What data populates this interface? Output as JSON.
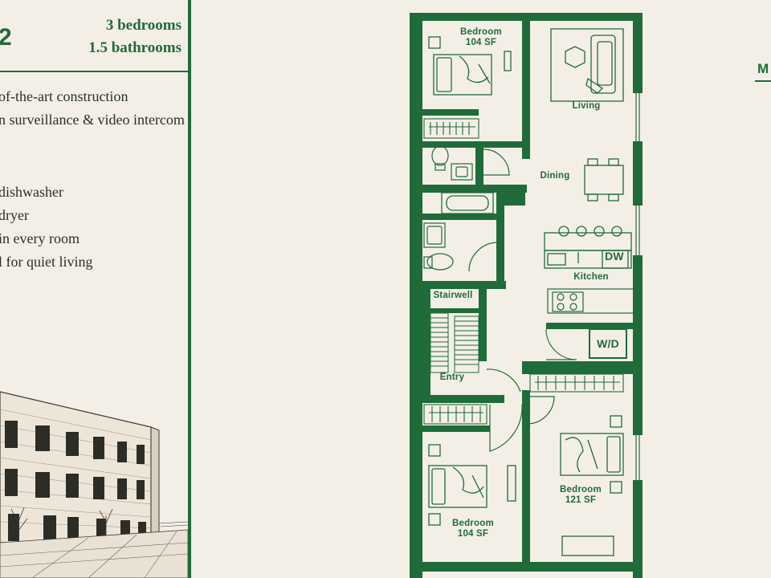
{
  "unit": {
    "number": "2",
    "bedrooms": "3 bedrooms",
    "bathrooms": "1.5 bathrooms"
  },
  "features": [
    "of-the-art construction",
    "n surveillance & video intercom",
    "dishwasher",
    "dryer",
    "in every room",
    "l for quiet living"
  ],
  "rooms": {
    "bedroom_top_name": "Bedroom",
    "bedroom_top_area": "104 SF",
    "living": "Living",
    "dining": "Dining",
    "kitchen": "Kitchen",
    "dw": "DW",
    "stairwell": "Stairwell",
    "wd": "W/D",
    "entry": "Entry",
    "bedroom_right_name": "Bedroom",
    "bedroom_right_area": "121 SF",
    "bedroom_bottom_name": "Bedroom",
    "bedroom_bottom_area": "104 SF"
  },
  "edge": {
    "letter": "M"
  },
  "colors": {
    "green": "#1f6b3a",
    "background": "#f4efe6",
    "text": "#26302a"
  }
}
